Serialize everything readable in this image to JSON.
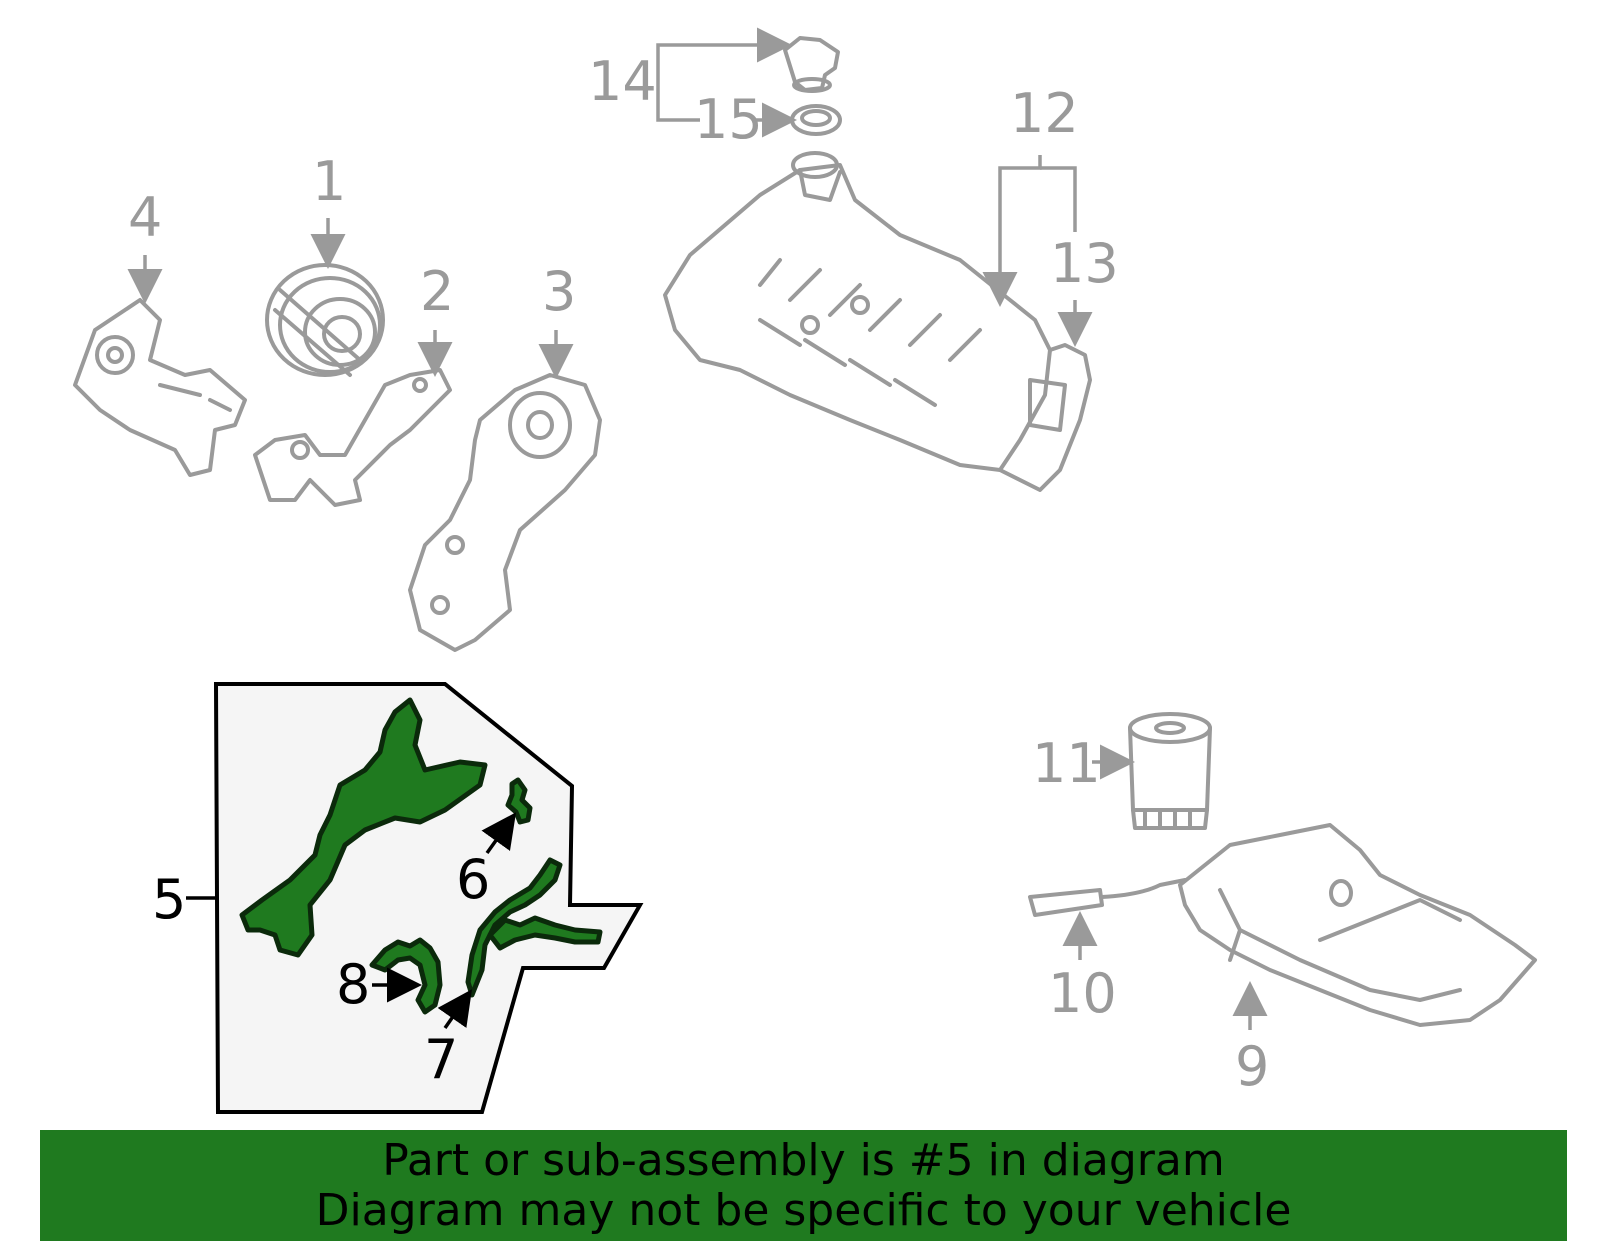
{
  "callouts": {
    "c1": "1",
    "c2": "2",
    "c3": "3",
    "c4": "4",
    "c5": "5",
    "c6": "6",
    "c7": "7",
    "c8": "8",
    "c9": "9",
    "c10": "10",
    "c11": "11",
    "c12": "12",
    "c13": "13",
    "c14": "14",
    "c15": "15"
  },
  "highlight_color": "#1f7a1f",
  "banner": {
    "line1": "Part or sub-assembly is #5 in diagram",
    "line2": "Diagram may not be specific to your vehicle"
  }
}
